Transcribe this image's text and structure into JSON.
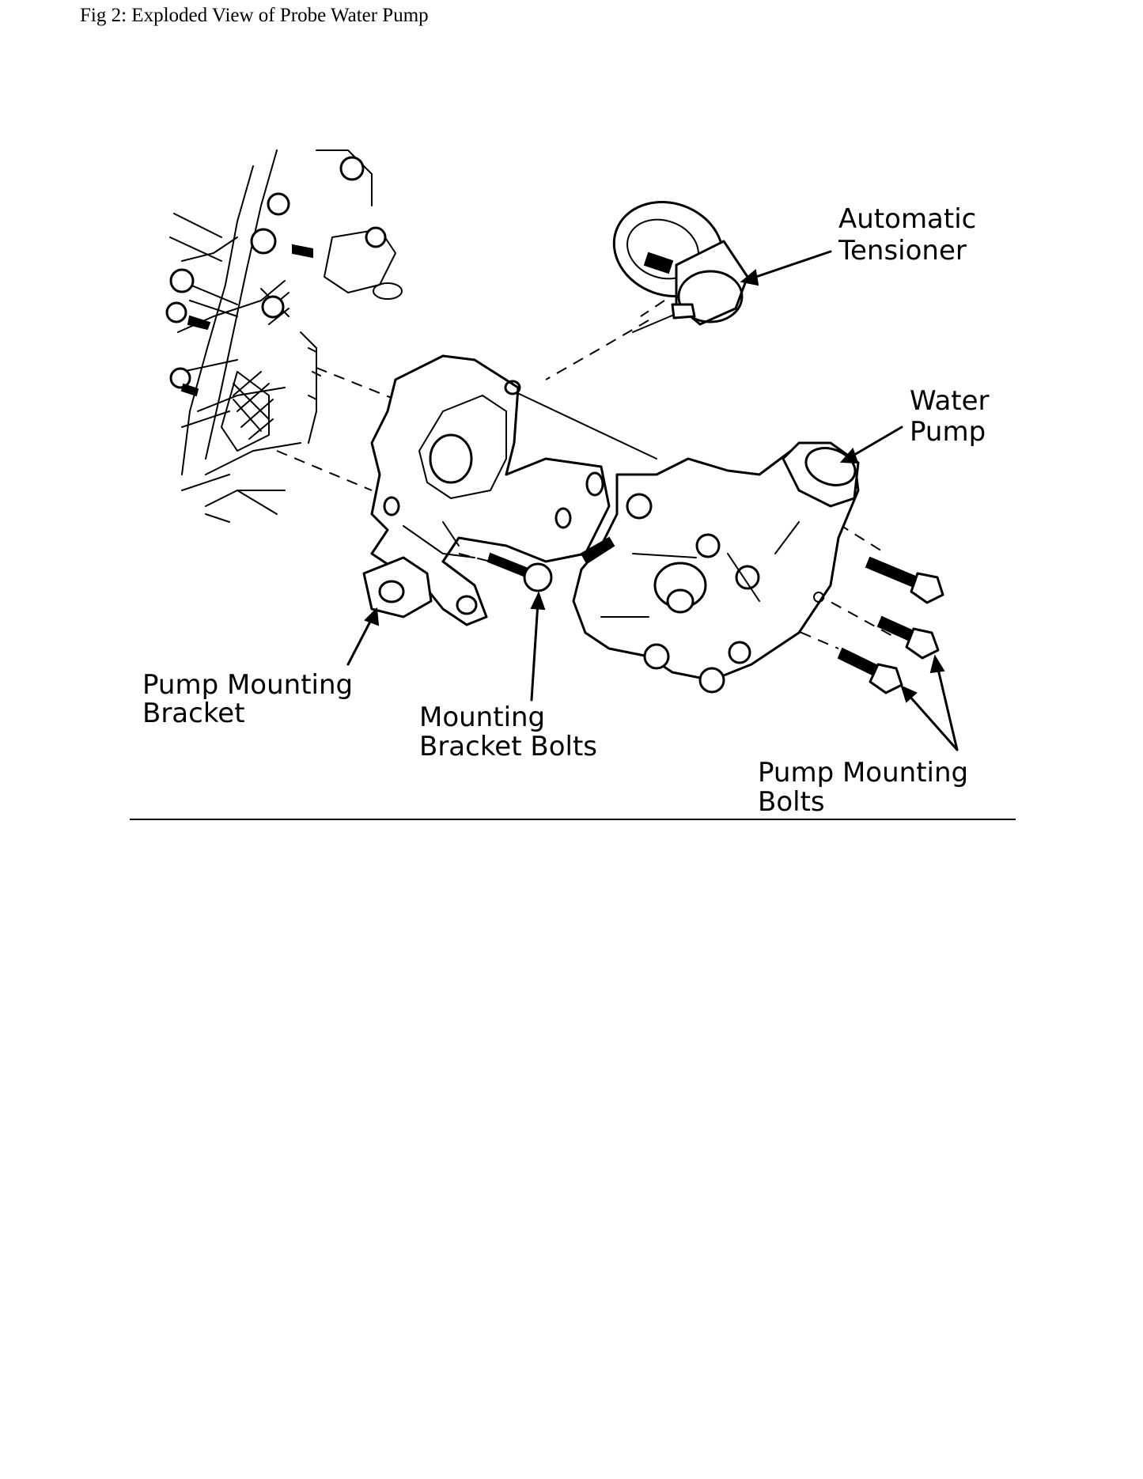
{
  "figure": {
    "title": "Fig 2: Exploded View of Probe Water Pump"
  },
  "labels": {
    "automatic_tensioner": [
      "Automatic",
      "Tensioner"
    ],
    "water_pump": [
      "Water",
      "Pump"
    ],
    "pump_mounting_bracket": [
      "Pump Mounting",
      "Bracket"
    ],
    "mounting_bracket_bolts": [
      "Mounting",
      "Bracket Bolts"
    ],
    "pump_mounting_bolts": [
      "Pump Mounting",
      "Bolts"
    ]
  },
  "colors": {
    "ink": "#000000",
    "paper": "#ffffff"
  }
}
